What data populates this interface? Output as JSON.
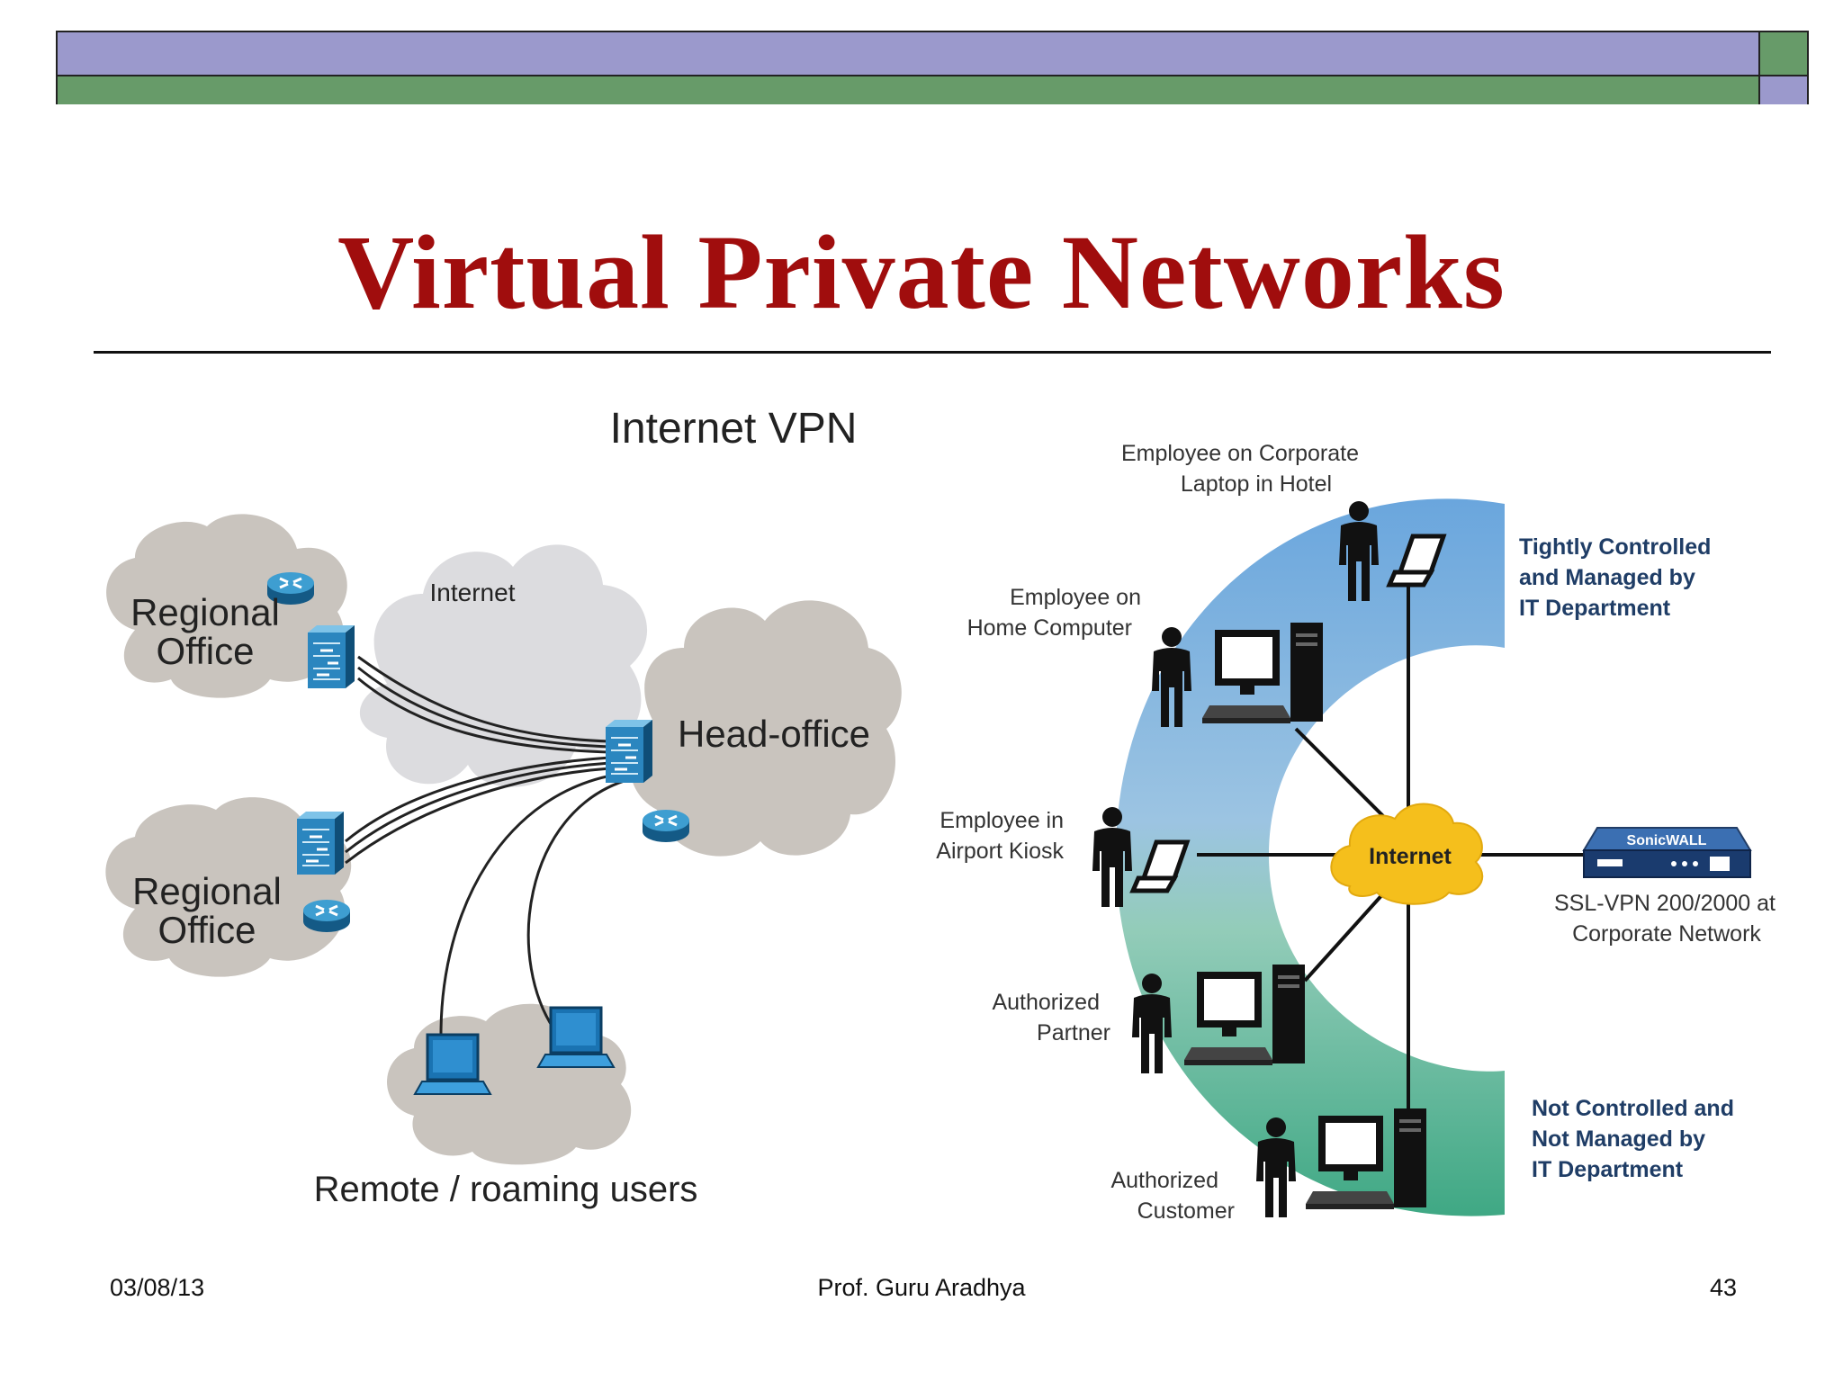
{
  "slide": {
    "title": "Virtual Private Networks",
    "footer": {
      "date": "03/08/13",
      "author": "Prof. Guru Aradhya",
      "page": "43"
    }
  },
  "left_diagram": {
    "title": "Internet VPN",
    "internet_label": "Internet",
    "regional_office_1": [
      "Regional",
      "Office"
    ],
    "regional_office_2": [
      "Regional",
      "Office"
    ],
    "head_office": "Head-office",
    "remote_users": "Remote / roaming users"
  },
  "right_diagram": {
    "hotel_employee": [
      "Employee on Corporate",
      "Laptop in Hotel"
    ],
    "home_employee": [
      "Employee on",
      "Home Computer"
    ],
    "airport_employee": [
      "Employee in",
      "Airport Kiosk"
    ],
    "partner": [
      "Authorized",
      "Partner"
    ],
    "customer": [
      "Authorized",
      "Customer"
    ],
    "internet_label": "Internet",
    "appliance_brand": "SonicWALL",
    "appliance_caption": [
      "SSL-VPN 200/2000 at",
      "Corporate Network"
    ],
    "controlled_note": [
      "Tightly Controlled",
      "and Managed by",
      "IT Department"
    ],
    "uncontrolled_note": [
      "Not Controlled and",
      "Not Managed by",
      "IT Department"
    ],
    "colors": {
      "controlled": "#7aaee0",
      "uncontrolled": "#4fb08e",
      "internet_cloud": "#f5bf1c",
      "note_text": "#1f3d66"
    }
  }
}
